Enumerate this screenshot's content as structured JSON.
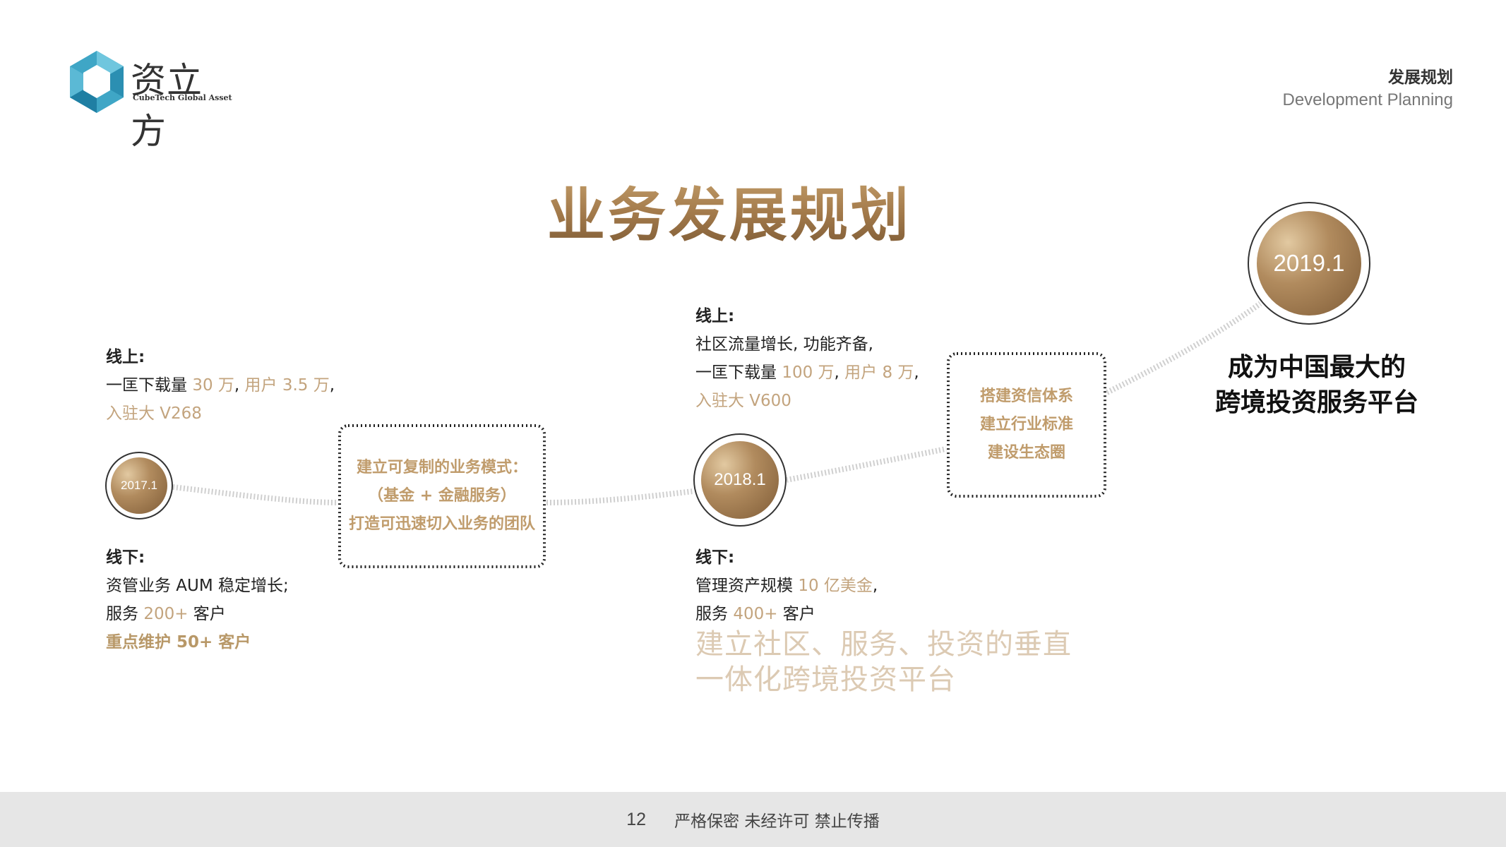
{
  "logo": {
    "cn_name": "资立方",
    "en_name": "CubeTech Global Asset",
    "icon": "hexagon-cube-logo"
  },
  "header": {
    "section_cn": "发展规划",
    "section_en": "Development Planning"
  },
  "title": "业务发展规划",
  "colors": {
    "gold": "#c3a47e",
    "gold_dark": "#7e5b36",
    "footer_bg": "#e6e6e6"
  },
  "timeline": {
    "node_2017": "2017.1",
    "node_2018": "2018.1",
    "node_2019": "2019.1"
  },
  "stage_2017": {
    "online_label": "线上:",
    "online_line1_a": "一匡下载量 ",
    "online_line1_b": "30 万",
    "online_line1_c": ", ",
    "online_line1_d": "用户 3.5 万",
    "online_line1_e": ",",
    "online_line2": "入驻大 V268",
    "offline_label": "线下:",
    "offline_line1": "资管业务 AUM 稳定增长;",
    "offline_line2_a": "服务 ",
    "offline_line2_b": "200+",
    "offline_line2_c": " 客户",
    "offline_line3": "重点维护 50+ 客户"
  },
  "box_1": {
    "line1": "建立可复制的业务模式：",
    "line2": "（基金 + 金融服务）",
    "line3": "打造可迅速切入业务的团队"
  },
  "stage_2018": {
    "online_label": "线上:",
    "online_line1": "社区流量增长, 功能齐备,",
    "online_line2_a": "一匡下载量 ",
    "online_line2_b": "100 万",
    "online_line2_c": ", ",
    "online_line2_d": "用户 8 万",
    "online_line2_e": ",",
    "online_line3": "入驻大 V600",
    "offline_label": "线下:",
    "offline_line1_a": "管理资产规模 ",
    "offline_line1_b": "10 亿美金",
    "offline_line1_c": ",",
    "offline_line2_a": "服务 ",
    "offline_line2_b": "400+",
    "offline_line2_c": " 客户",
    "slogan_line1": "建立社区、服务、投资的垂直",
    "slogan_line2": "一体化跨境投资平台"
  },
  "box_2": {
    "line1": "搭建资信体系",
    "line2": "建立行业标准",
    "line3": "建设生态圈"
  },
  "goal": {
    "line1": "成为中国最大的",
    "line2": "跨境投资服务平台"
  },
  "footer": {
    "page_number": "12",
    "notice": "严格保密 未经许可 禁止传播"
  }
}
